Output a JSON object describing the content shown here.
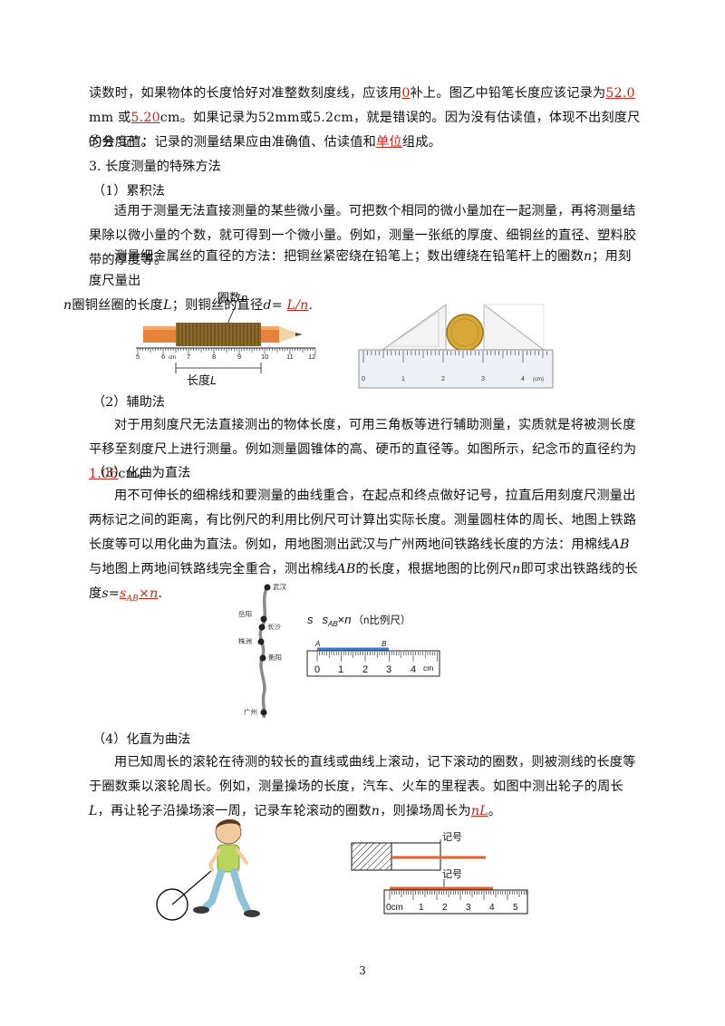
{
  "para1": {
    "t1": "读数时，如果物体的长度恰好对准整数刻度线，应该用",
    "zero": "0",
    "t2": "补上。图乙中铅笔长度应该记录为",
    "v1": "52.0",
    "t3": "mm 或",
    "v2": "5.20",
    "t4": "cm。如果记录为52mm或5.2cm，就是错误的。因为没有估读值，体现不出刻度尺的分度值。"
  },
  "para2": {
    "t1": "⑤会“记”：记录的测量结果应由准确值、估读值和",
    "unit": "单位",
    "t2": "组成。"
  },
  "heading3": "3. 长度测量的特殊方法",
  "sub1": "（1）累积法",
  "para3": "适用于测量无法直接测量的某些微小量。可把数个相同的微小量加在一起测量，再将测量结果除以微小量的个数，就可得到一个微小量。例如，测量一张纸的厚度、细铜丝的直径、塑料胶带的厚度等。",
  "para4": {
    "t1": "测量细金属丝的直径的方法：把铜丝紧密绕在铅笔上；数出缠绕在铅笔杆上的圈数",
    "n": "n",
    "t2": "；用刻度尺量出",
    "n2": "n",
    "t3": "圈铜丝圈的长度",
    "L": "L",
    "t4": "；则铜丝的直径",
    "d": "d",
    "eq": "=",
    "ans": "L/n",
    "end": "."
  },
  "fig1": {
    "label_top": "圈数",
    "label_top_var": "n",
    "label_bottom": "长度",
    "label_bottom_var": "L",
    "ticks": [
      "5",
      "6",
      "7",
      "8",
      "9",
      "10",
      "11",
      "12"
    ],
    "unit": "cm"
  },
  "fig2": {
    "ticks": [
      "0",
      "1",
      "2",
      "3",
      "4"
    ],
    "unit": "(cm)"
  },
  "sub2": "（2）辅助法",
  "para5": {
    "t1": "对于用刻度尺无法直接测出的物体长度，可用三角板等进行辅助测量，实质就是将被测长度平移至刻度尺上进行测量。例如测量圆锥体的高、硬币的直径等。如图所示，纪念币的直径约为",
    "ans": "1.06",
    "t2": "cm。"
  },
  "sub3": "（3）化曲为直法",
  "para6": {
    "t1": "用不可伸长的细棉线和要测量的曲线重合，在起点和终点做好记号，拉直后用刻度尺测量出两标记之间的距离，有比例尺的利用比例尺可计算出实际长度。测量圆柱体的周长、地图上铁路长度等可以用化曲为直法。例如，用地图测出武汉与广州两地间铁路线长度的方法：用棉线",
    "AB": "AB",
    "t2": "与地图上两地间铁路线完全重合，测出棉线",
    "AB2": "AB",
    "t3": "的长度，根据地图的比例尺",
    "n": "n",
    "t4": "即可求出铁路线的长度",
    "s": "s",
    "eq": "=",
    "ans_s": "s",
    "ans_sub": "AB",
    "ans_x": "×",
    "ans_n": "n",
    "end": "."
  },
  "fig3": {
    "cities": [
      "武汉",
      "岳阳",
      "长沙",
      "株洲",
      "衡阳",
      "广州"
    ],
    "formula_s": "s",
    "formula_sab": "s",
    "formula_sub": "AB",
    "formula_x": "×",
    "formula_n": "n",
    "formula_note": "（n比例尺）",
    "pointA": "A",
    "pointB": "B",
    "ticks": [
      "0",
      "1",
      "2",
      "3",
      "4"
    ],
    "unit": "cm"
  },
  "sub4": "（4）化直为曲法",
  "para7": {
    "t1": "用已知周长的滚轮在待测的较长的直线或曲线上滚动，记下滚动的圈数，则被测线的长度等于圈数乘以滚轮周长。例如，测量操场的长度，汽车、火车的里程表。如图中测出轮子的周长",
    "L": "L",
    "t2": "，再让轮子沿操场滚一周，记录车轮滚动的圈数",
    "n": "n",
    "t3": "，则操场周长为",
    "ans": "nL",
    "t4": "。"
  },
  "fig4": {
    "mark1": "记号",
    "mark2": "记号",
    "ticks": [
      "0cm",
      "1",
      "2",
      "3",
      "4",
      "5"
    ]
  },
  "page_number": "3",
  "colors": {
    "answer": "#c0281e",
    "thread": "#2f7fd8",
    "orange": "#e0602a"
  }
}
